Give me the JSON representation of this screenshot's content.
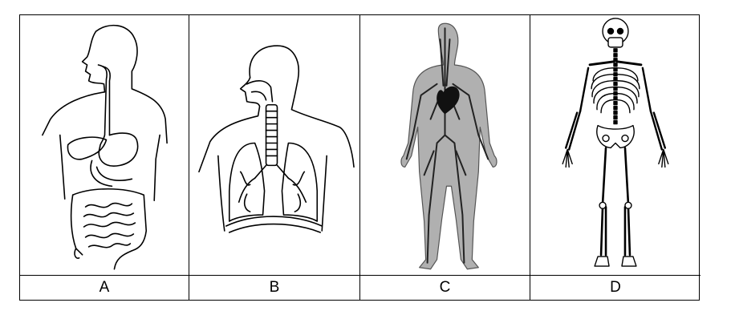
{
  "panels": [
    {
      "label": "A",
      "icon": "digestive-system-icon"
    },
    {
      "label": "B",
      "icon": "respiratory-system-icon"
    },
    {
      "label": "C",
      "icon": "circulatory-system-icon"
    },
    {
      "label": "D",
      "icon": "skeletal-system-icon"
    }
  ]
}
